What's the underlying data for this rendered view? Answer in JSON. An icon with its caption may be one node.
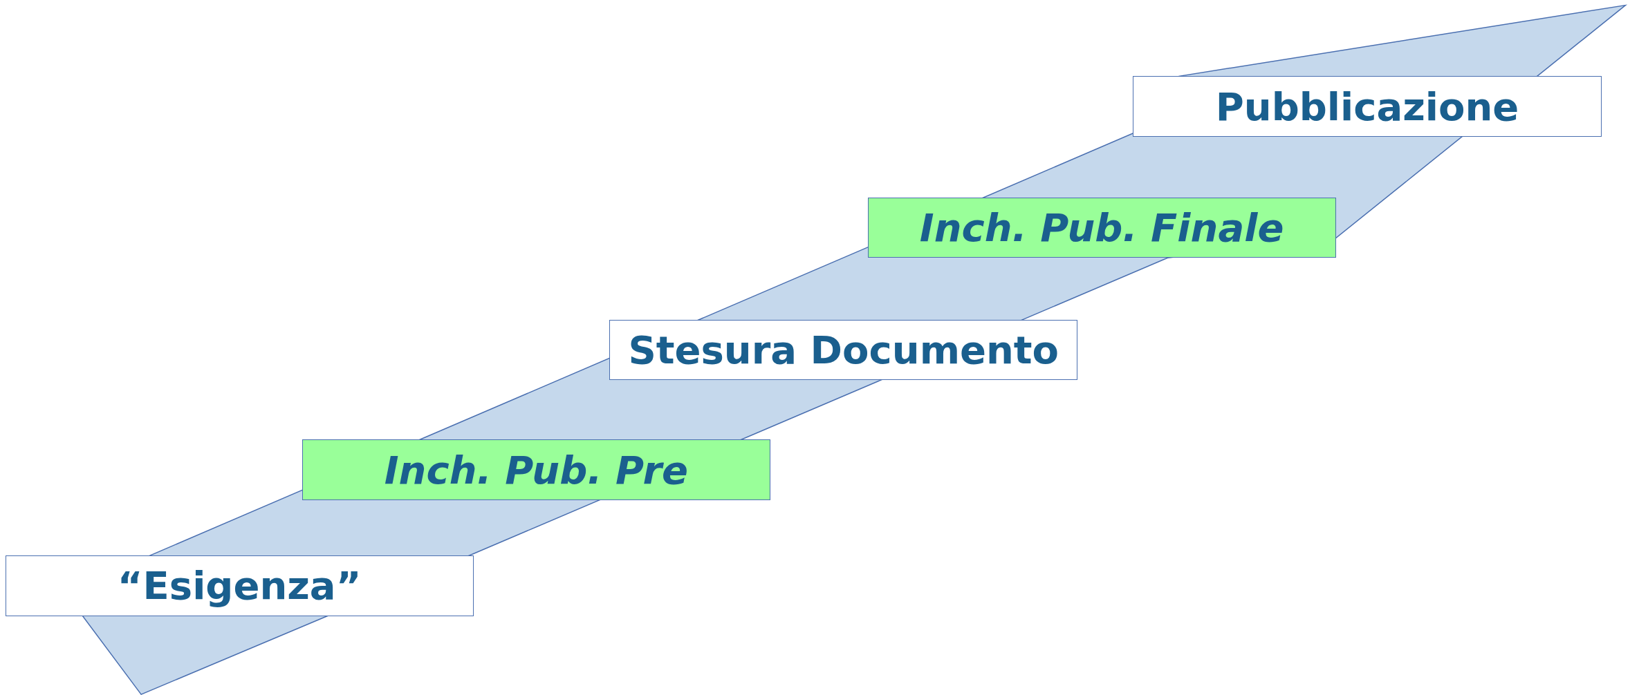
{
  "diagram": {
    "nodes": [
      {
        "text": [
          "“Esigenza”"
        ]
      },
      {
        "text": [
          "Inch. Pub. Pre"
        ]
      },
      {
        "text": [
          "Stesura Documento"
        ]
      },
      {
        "text": [
          "Inch. Pub. Finale"
        ]
      },
      {
        "text": [
          "Pubblicazione"
        ]
      }
    ]
  }
}
